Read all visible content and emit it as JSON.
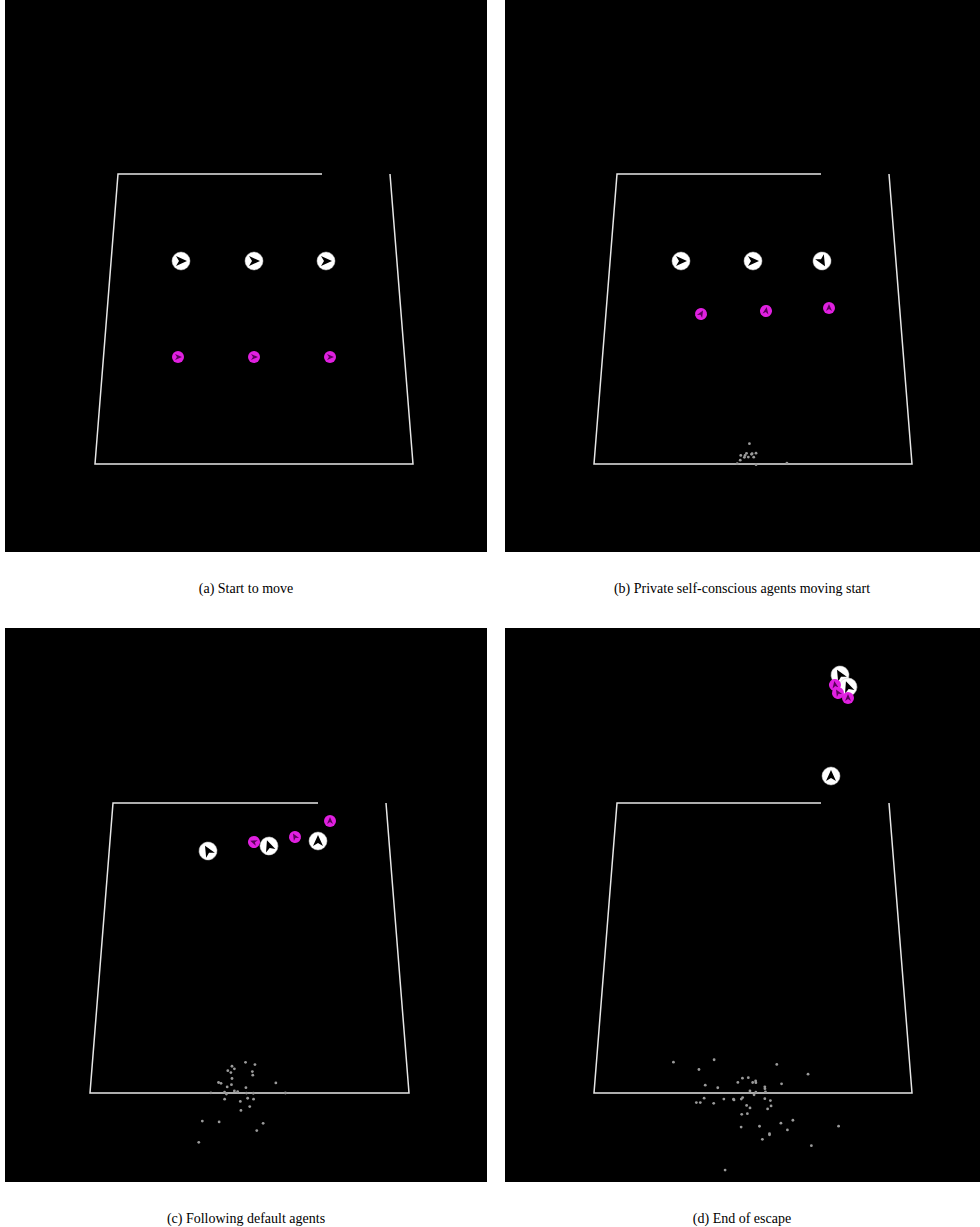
{
  "diagram": {
    "labels": [
      "(a) Start to move",
      "(b) Private self-conscious agents moving start",
      "(c) Following default agents",
      "(d) End of escape"
    ]
  }
}
